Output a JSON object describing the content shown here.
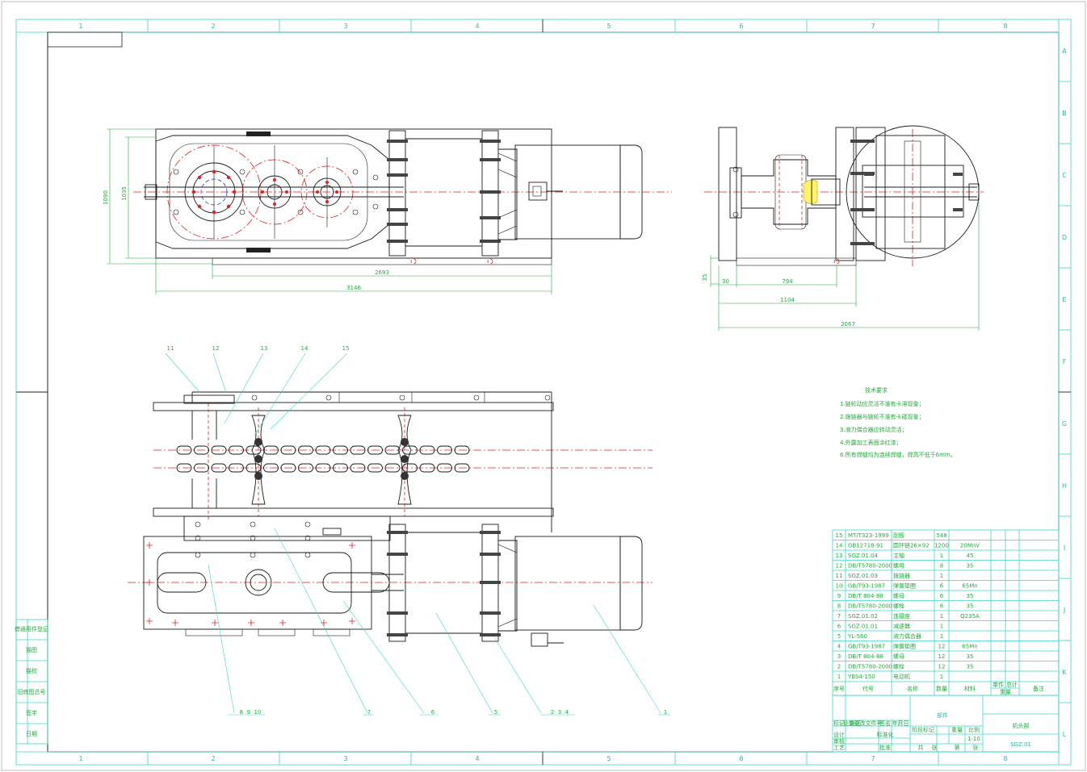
{
  "drawing": {
    "title": "机头部",
    "drawing_number": "SGZ.01",
    "part_label": "部件",
    "scale": "1:10",
    "top_zone_numbers": [
      "1",
      "2",
      "3",
      "4",
      "5",
      "6",
      "7",
      "8"
    ],
    "bottom_zone_numbers": [
      "1",
      "2",
      "3",
      "4",
      "5",
      "6",
      "7",
      "8"
    ],
    "side_zone_letters": [
      "A",
      "B",
      "C",
      "D",
      "E",
      "F",
      "G",
      "H",
      "I",
      "J",
      "K",
      "L"
    ]
  },
  "dimensions": {
    "top_view_height_outer": "1090",
    "top_view_height_inner": "1035",
    "top_view_length_inner": "2693",
    "top_view_length_total": "3146",
    "side_view_height": "35",
    "side_view_offset": "30",
    "side_view_width_a": "794",
    "side_view_width_b": "1104",
    "side_view_width_total": "2067"
  },
  "technical_requirements": {
    "heading": "技术要求",
    "items": [
      "1.链轮动应灵活不准有卡滞现象；",
      "2.拨链器与链轮不准有卡碰现象；",
      "3.液力偶合器应转动灵活；",
      "4.外露加工表面涂红漆；",
      "6.所有焊缝均为连续焊缝，焊高不低于6mm。"
    ]
  },
  "callouts_upper": [
    "11",
    "12",
    "13",
    "14",
    "15"
  ],
  "callouts_lower": [
    "8  9  10",
    "7",
    "6",
    "5",
    "2  3  4",
    "1"
  ],
  "bom": {
    "rows": [
      {
        "no": "15",
        "code": "MT/T323-1999",
        "name": "刮板",
        "qty": "548",
        "material": ""
      },
      {
        "no": "14",
        "code": "GB12718-91",
        "name": "圆环链26×92",
        "qty": "1200",
        "material": "20MnV"
      },
      {
        "no": "13",
        "code": "SGZ.01.04",
        "name": "主轴",
        "qty": "1",
        "material": "45"
      },
      {
        "no": "12",
        "code": "DB/T5780-2000",
        "name": "螺母",
        "qty": "8",
        "material": "35"
      },
      {
        "no": "11",
        "code": "SGZ.01.03",
        "name": "拨链器",
        "qty": "1",
        "material": ""
      },
      {
        "no": "10",
        "code": "GB/T93-1987",
        "name": "弹簧垫圈",
        "qty": "6",
        "material": "65Mn"
      },
      {
        "no": "9",
        "code": "DB/T 804-88",
        "name": "螺母",
        "qty": "6",
        "material": "35"
      },
      {
        "no": "8",
        "code": "DB/T5780-2000",
        "name": "螺栓",
        "qty": "6",
        "material": "35"
      },
      {
        "no": "7",
        "code": "SGZ.01.02",
        "name": "连接座",
        "qty": "1",
        "material": "Q235A"
      },
      {
        "no": "6",
        "code": "SGZ.01.01",
        "name": "减速器",
        "qty": "1",
        "material": ""
      },
      {
        "no": "5",
        "code": "YL-560",
        "name": "液力偶合器",
        "qty": "1",
        "material": ""
      },
      {
        "no": "4",
        "code": "GB/T93-1987",
        "name": "弹簧垫圈",
        "qty": "12",
        "material": "65Mn"
      },
      {
        "no": "3",
        "code": "DB/T 804-88",
        "name": "螺母",
        "qty": "12",
        "material": "35"
      },
      {
        "no": "2",
        "code": "DB/T5780-2000",
        "name": "螺栓",
        "qty": "12",
        "material": "35"
      },
      {
        "no": "1",
        "code": "YBS4-150",
        "name": "电动机",
        "qty": "1",
        "material": ""
      }
    ],
    "header": {
      "no": "序号",
      "code": "代号",
      "name": "名称",
      "qty": "数量",
      "material": "材料",
      "unit_weight": "单件",
      "total_weight": "总计",
      "weight": "重量",
      "remarks": "备注"
    }
  },
  "title_block": {
    "labels": [
      "标记",
      "处数",
      "分区",
      "更改文件号",
      "签名",
      "年月日",
      "设计",
      "标准化",
      "审核",
      "工艺",
      "批准",
      "阶段标记",
      "重量",
      "比例",
      "共",
      "张",
      "第",
      "张"
    ]
  },
  "left_strip": {
    "labels": [
      "借通用件登记",
      "描图",
      "描校",
      "旧底图总号",
      "签字",
      "日期"
    ]
  }
}
